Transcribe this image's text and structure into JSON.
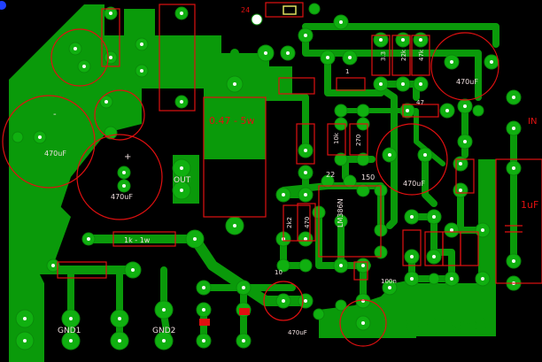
{
  "board": {
    "background": "#000000",
    "copper_color": "#0a9a0a",
    "silk_color": "#e01010",
    "title_mirrored": "RevCb7"
  },
  "labels": {
    "res_big": "0.47 - 5w",
    "cap_470uf_a": "470uF",
    "cap_470uf_b": "470uF",
    "cap_470uf_c": "470uF",
    "cap_470uf_d": "470uF",
    "cap_470uf_e": "470uF",
    "cap_1uf": "1uF",
    "cap_100n": "100n",
    "res_1k_1w": "1k - 1w",
    "res_10": "10",
    "res_22": "22",
    "res_150": "150",
    "res_47": "47",
    "res_33": "3.3",
    "res_22k": "22k",
    "res_47k": "47k",
    "res_270": "270",
    "res_10k": "10k",
    "res_1": "1",
    "res_2k2": "2k2",
    "res_470": "470",
    "ic": "LM386N",
    "out": "OUT",
    "in": "IN",
    "gnd1": "GND1",
    "gnd2": "GND2",
    "plus": "+",
    "minus": "-",
    "v24": "24"
  }
}
